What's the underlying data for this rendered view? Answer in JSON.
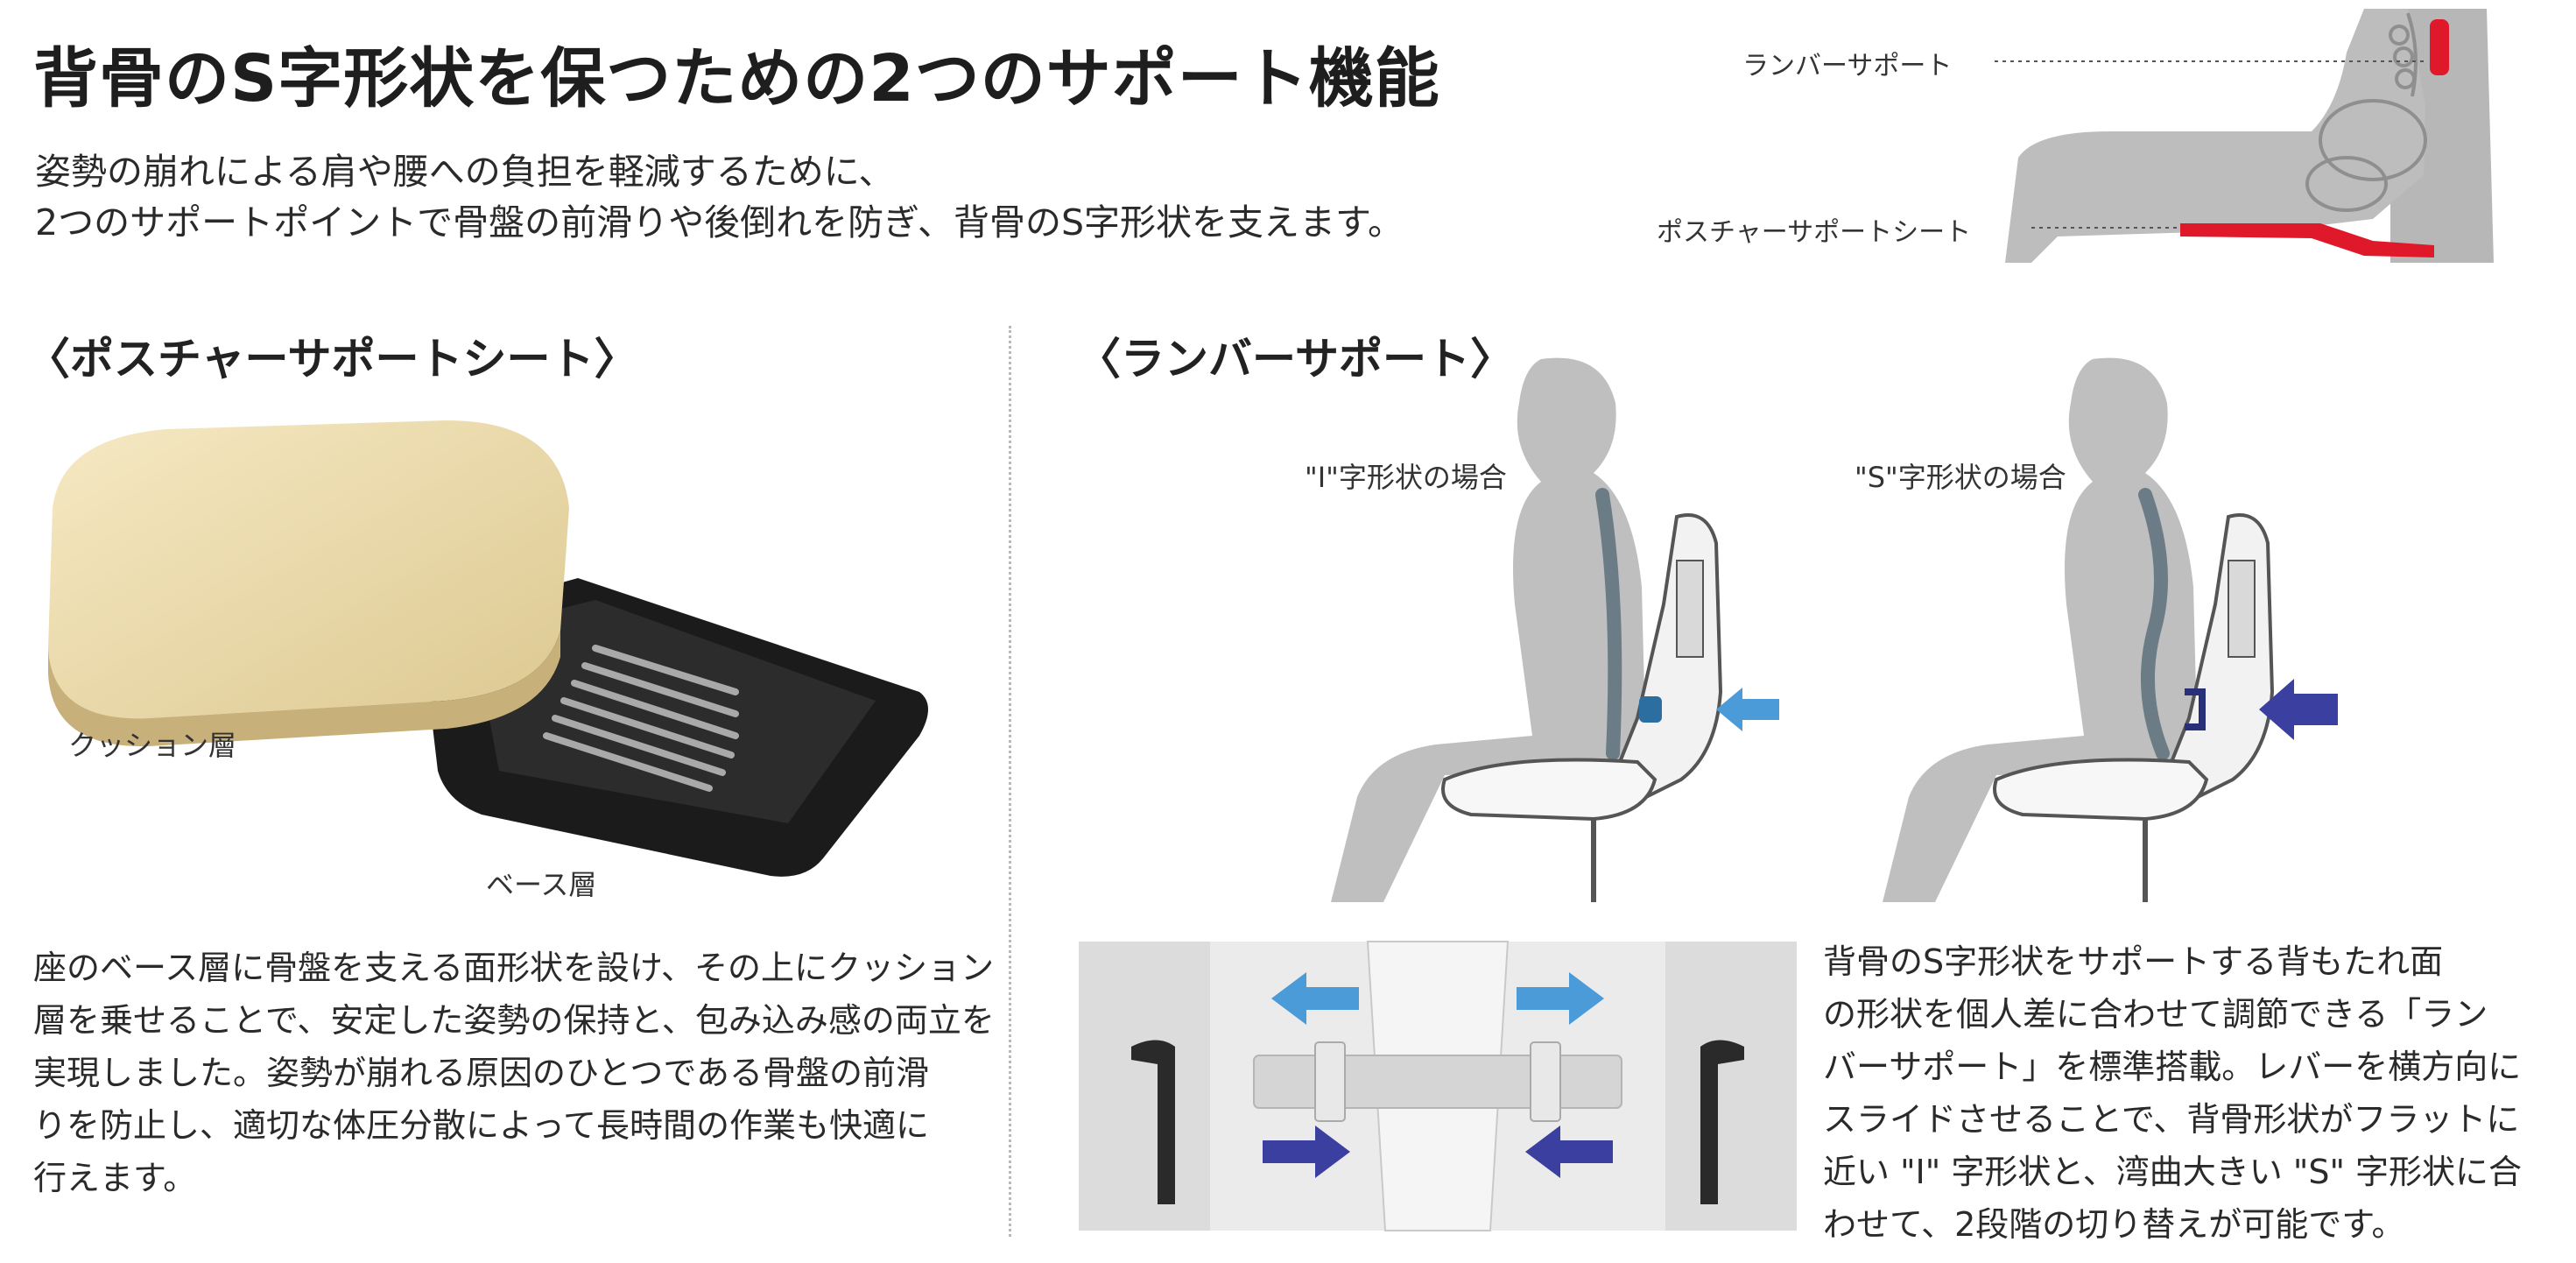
{
  "title": "背骨のS字形状を保つための2つのサポート機能",
  "intro": {
    "line1": "姿勢の崩れによる肩や腰への負担を軽減するために、",
    "line2": "2つのサポートポイントで骨盤の前滑りや後倒れを防ぎ、背骨のS字形状を支えます。"
  },
  "overview_diagram": {
    "label_lumbar": "ランバーサポート",
    "label_seat": "ポスチャーサポートシート",
    "accent_color": "#e0192a"
  },
  "posture_section": {
    "heading": "〈ポスチャーサポートシート〉",
    "label_cushion": "クッション層",
    "label_base": "ベース層",
    "paragraph": [
      "座のベース層に骨盤を支える面形状を設け、その上にクッション",
      "層を乗せることで、安定した姿勢の保持と、包み込み感の両立を",
      "実現しました。姿勢が崩れる原因のひとつである骨盤の前滑",
      "りを防止し、適切な体圧分散によって長時間の作業も快適に",
      "行えます。"
    ]
  },
  "lumbar_section": {
    "heading": "〈ランバーサポート〉",
    "case_i_label": "\"I\"字形状の場合",
    "case_s_label": "\"S\"字形状の場合",
    "paragraph": [
      "背骨のS字形状をサポートする背もたれ面",
      "の形状を個人差に合わせて調節できる「ラン",
      "バーサポート」を標準搭載。レバーを横方向に",
      "スライドさせることで、背骨形状がフラットに",
      "近い \"I\" 字形状と、湾曲大きい \"S\" 字形状に合",
      "わせて、2段階の切り替えが可能です。"
    ],
    "arrow_light_color": "#4a9bd8",
    "arrow_dark_color": "#3b3fa0"
  }
}
